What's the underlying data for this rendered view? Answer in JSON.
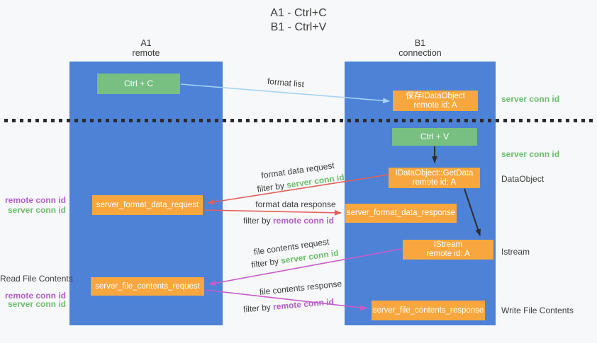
{
  "title": {
    "line1": "A1 - Ctrl+C",
    "line2": "B1 - Ctrl+V"
  },
  "columns": {
    "a1": {
      "name": "A1",
      "subtitle": "remote"
    },
    "b1": {
      "name": "B1",
      "subtitle": "connection"
    }
  },
  "nodes": {
    "ctrl_c": {
      "label": "Ctrl + C"
    },
    "save_idataobject": {
      "line1": "保存IDataObject",
      "line2": "remote id: A"
    },
    "ctrl_v": {
      "label": "Ctrl + V"
    },
    "idataobject_getdata": {
      "line1": "IDataObject::GetData",
      "line2": "remote id: A"
    },
    "server_format_data_request": {
      "label": "server_format_data_request"
    },
    "server_format_data_response": {
      "label": "server_format_data_response"
    },
    "istream": {
      "line1": "IStream",
      "line2": "remote id: A"
    },
    "server_file_contents_request": {
      "label": "server_file_contents_request"
    },
    "server_file_contents_response": {
      "label": "server_file_contents_response"
    }
  },
  "arrow_labels": {
    "format_list": "format list",
    "format_data_request": "format data request",
    "format_data_response": "format data response",
    "file_contents_request": "file contents request",
    "file_contents_response": "file contents response",
    "filter_by": "filter by",
    "server_conn_id": "server conn id",
    "remote_conn_id": "remote conn id"
  },
  "right_labels": {
    "server_conn_id_1": "server conn id",
    "server_conn_id_2": "server conn id",
    "dataobject": "DataObject",
    "istream": "Istream",
    "write_file_contents": "Write File Contents"
  },
  "left_labels": {
    "remote_conn_id_1": "remote conn id",
    "server_conn_id_1": "server conn id",
    "read_file_contents": "Read File Contents",
    "remote_conn_id_2": "remote conn id",
    "server_conn_id_2": "server conn id"
  },
  "colors": {
    "background": "#f7f8f9",
    "column_blue": "#4d82d7",
    "node_green": "#77c081",
    "node_orange": "#f8a73e",
    "arrow_light_blue": "#a5d3f3",
    "arrow_red": "#e2605b",
    "arrow_magenta": "#c85bc8",
    "arrow_black": "#2e2e2e",
    "separator_black": "#2b2b2b",
    "text_dark": "#3c3c3c",
    "text_green": "#6bbe6b",
    "text_purple": "#b25fc8"
  }
}
